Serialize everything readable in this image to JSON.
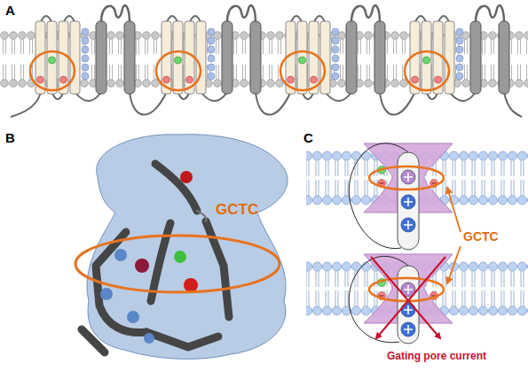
{
  "diagram": {
    "labels": [
      "A",
      "B",
      "GCTC",
      "C",
      "GCTC",
      "Gating pore current"
    ]
  }
}
